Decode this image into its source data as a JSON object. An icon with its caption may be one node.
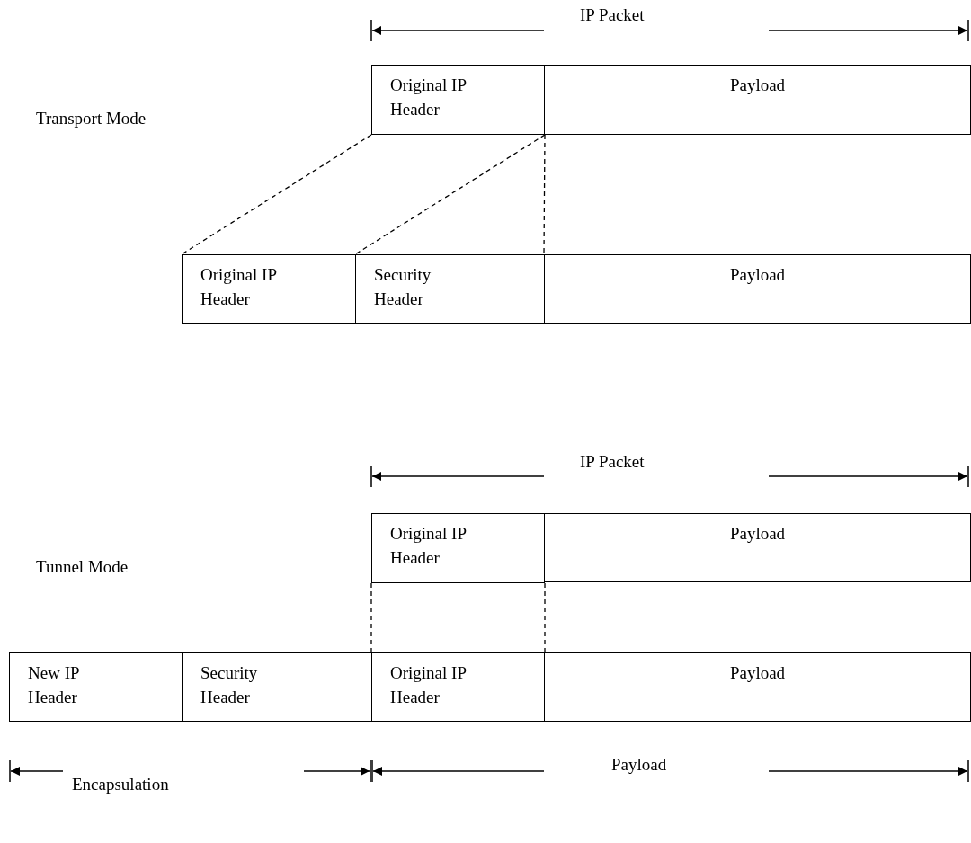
{
  "diagram": {
    "nodes": [
      {
        "text": [
          "Original IP Header"
        ]
      },
      {
        "text": [
          "Payload"
        ]
      },
      {
        "text": [
          "Original IP Header"
        ]
      },
      {
        "text": [
          "Security Header"
        ]
      },
      {
        "text": [
          "Payload"
        ]
      },
      {
        "text": [
          "Original IP Header"
        ]
      },
      {
        "text": [
          "Payload"
        ]
      },
      {
        "text": [
          "New IP Header"
        ]
      },
      {
        "text": [
          "Security Header"
        ]
      },
      {
        "text": [
          "Original IP Header"
        ]
      },
      {
        "text": [
          "Payload"
        ]
      }
    ],
    "edges": [
      {
        "from": 0,
        "to": 2,
        "arrow": "none",
        "style": "dashed"
      },
      {
        "from": 0,
        "to": 3,
        "arrow": "none",
        "style": "dashed"
      },
      {
        "from": 0,
        "to": 4,
        "arrow": "none",
        "style": "dashed"
      },
      {
        "from": 5,
        "to": 9,
        "arrow": "none",
        "style": "dashed"
      },
      {
        "from": 5,
        "to": 9,
        "arrow": "none",
        "style": "dashed"
      }
    ],
    "labels": [
      "IP Packet",
      "Transport Mode",
      "IP Packet",
      "Tunnel Mode",
      "Encapsulation",
      "Payload"
    ]
  }
}
